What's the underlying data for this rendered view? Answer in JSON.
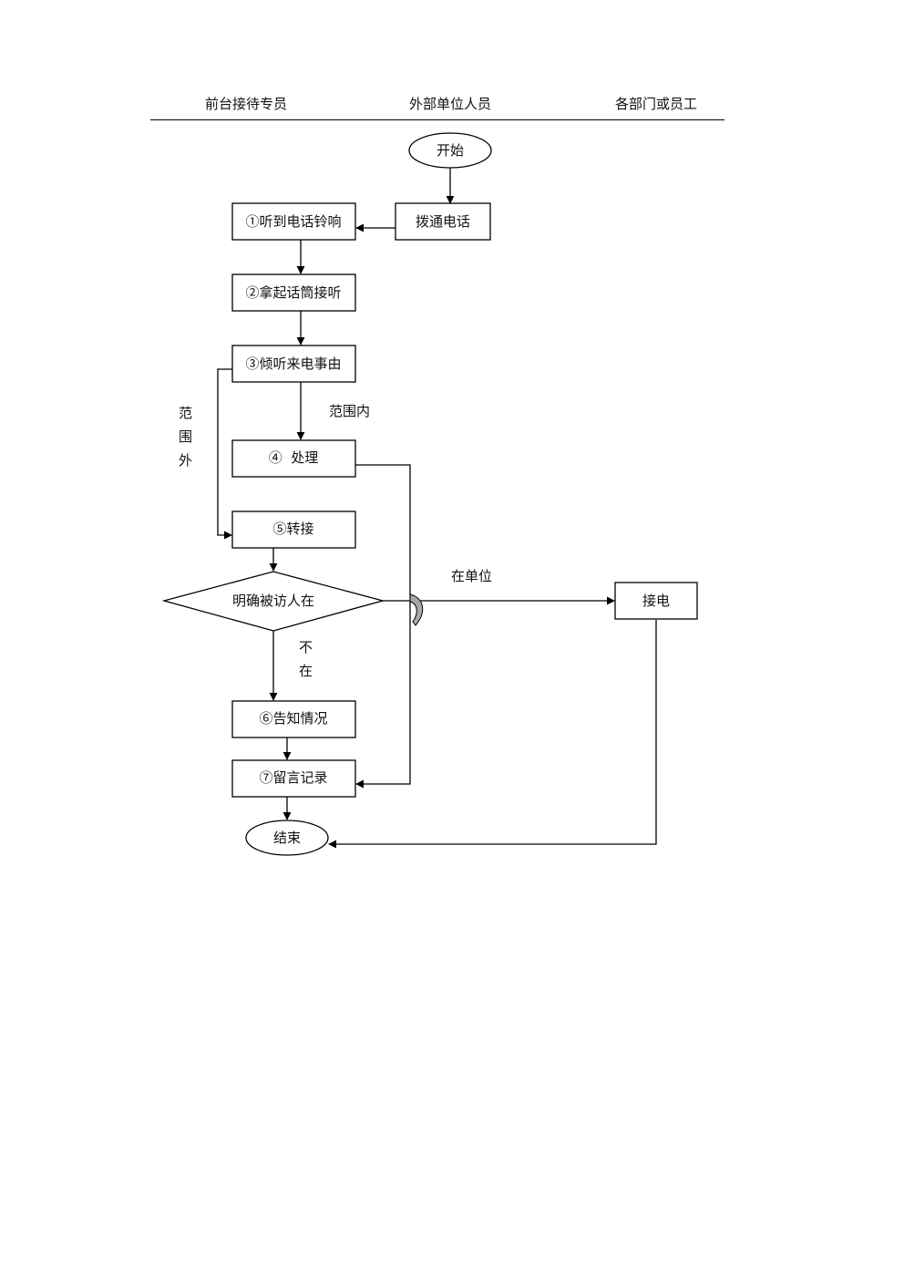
{
  "lanes": {
    "front_desk": "前台接待专员",
    "external": "外部单位人员",
    "departments": "各部门或员工"
  },
  "nodes": {
    "start": "开始",
    "dial": "拨通电话",
    "step1": "①听到电话铃响",
    "step2": "②拿起话筒接听",
    "step3": "③倾听来电事由",
    "step4": "④  处理",
    "step5": "⑤转接",
    "decision": "明确被访人在",
    "answer": "接电",
    "step6": "⑥告知情况",
    "step7": "⑦留言记录",
    "end": "结束"
  },
  "edge_labels": {
    "in_scope": "范围内",
    "out_scope": [
      "范",
      "围",
      "外"
    ],
    "present": "在单位",
    "absent": [
      "不",
      "在"
    ]
  }
}
